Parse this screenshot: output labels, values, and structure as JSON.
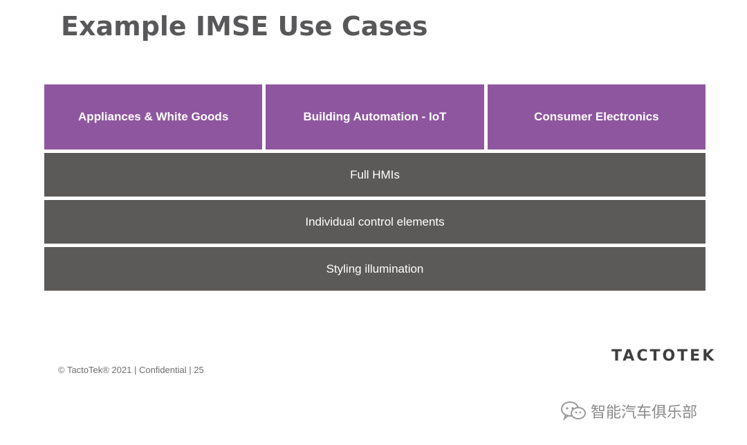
{
  "slide": {
    "title": "Example IMSE Use Cases",
    "categories": [
      "Appliances & White Goods",
      "Building Automation - IoT",
      "Consumer Electronics"
    ],
    "layers": [
      "Full HMIs",
      "Individual control elements",
      "Styling illumination"
    ],
    "footer": "© TactoTek® 2021 | Confidential | 25",
    "logo_text": "TACTOTEK",
    "watermark_text": "智能汽车俱乐部"
  },
  "colors": {
    "category_fill": "#8f56a0",
    "layer_fill": "#5c5a58",
    "title_text": "#58585a"
  },
  "icons": {
    "watermark": "wechat-icon"
  }
}
